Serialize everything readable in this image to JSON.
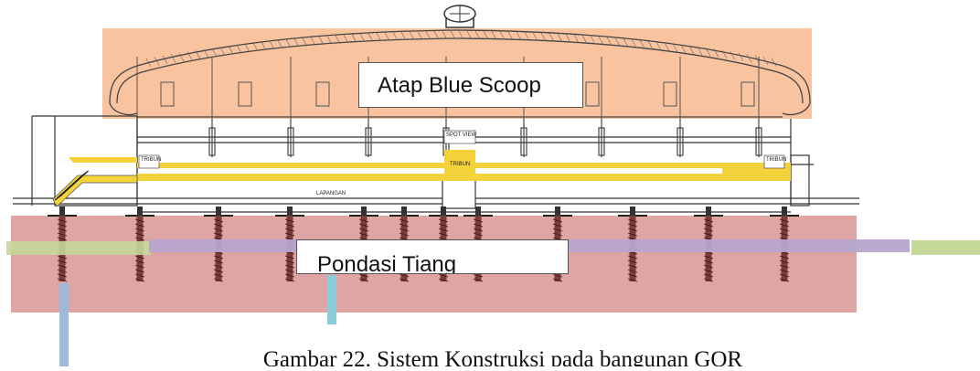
{
  "figure": {
    "roof_label": "Atap Blue Scoop",
    "foundation_label": "Pondasi Tiang",
    "caption": "Gambar 22. Sistem Konstruksi pada bangunan GOR",
    "drawing_labels": {
      "tribun_left": "TRIBUN",
      "tribun_right": "TRIBUN",
      "spot_view": "SPOT VIEW",
      "tribun_center": "TRIBUN",
      "lapangan": "LAPANGAN"
    }
  },
  "colors": {
    "roof_highlight": "#f7b98d",
    "foundation_highlight": "#d99595",
    "beam_purple": "#b7a4cf",
    "beam_green": "#c6d79a",
    "pointer_blue": "#9fb8de",
    "pointer_teal": "#8ccbd8",
    "tribune_yellow": "#f3d23a"
  }
}
